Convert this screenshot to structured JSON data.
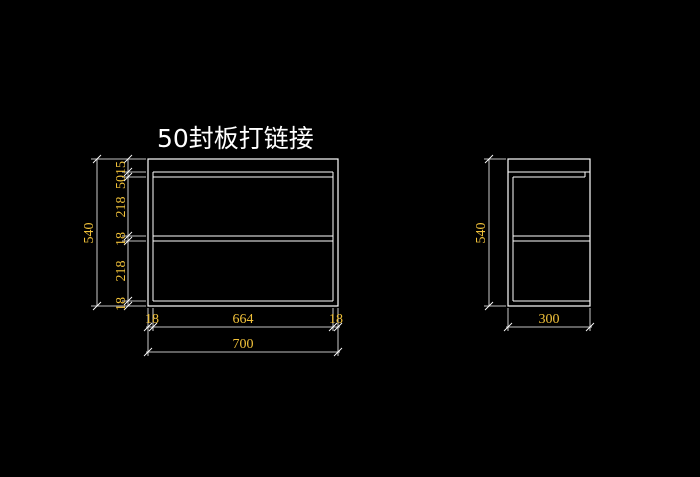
{
  "title": "50封板打链接",
  "colors": {
    "background": "#000000",
    "lines": "#ffffff",
    "dimensions": "#f2c23a"
  },
  "front_view": {
    "width_dims": {
      "left": "18",
      "center": "664",
      "right": "18",
      "overall": "700"
    },
    "height_dims": {
      "overall": "540",
      "top_a": "15",
      "top_b": "50",
      "upper_gap": "218",
      "shelf": "18",
      "lower_gap": "218",
      "bottom": "18"
    }
  },
  "side_view": {
    "height_dim": "540",
    "depth_dim": "300"
  }
}
